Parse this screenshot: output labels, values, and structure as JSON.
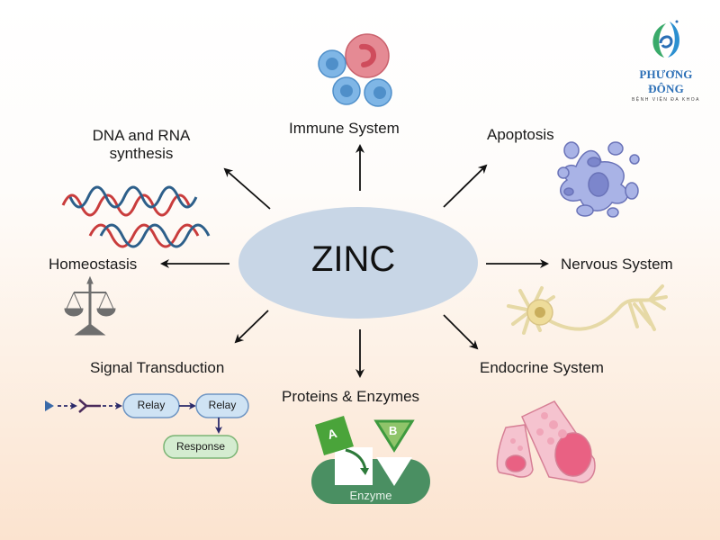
{
  "center": {
    "label": "ZINC",
    "color": "#c8d6e6"
  },
  "logo": {
    "name": "PHƯƠNG ĐÔNG",
    "subtitle": "BỆNH VIỆN ĐA KHOA",
    "colors": {
      "green": "#3aaa6a",
      "blue": "#2b6fb6"
    }
  },
  "nodes": {
    "immune": {
      "label": "Immune System"
    },
    "dna": {
      "line1": "DNA and RNA",
      "line2": "synthesis"
    },
    "apoptosis": {
      "label": "Apoptosis"
    },
    "homeostasis": {
      "label": "Homeostasis"
    },
    "nervous": {
      "label": "Nervous System"
    },
    "signal": {
      "label": "Signal Transduction",
      "relay1": "Relay",
      "relay2": "Relay",
      "response": "Response"
    },
    "proteins": {
      "label": "Proteins & Enzymes",
      "a": "A",
      "b": "B",
      "enzyme": "Enzyme"
    },
    "endocrine": {
      "label": "Endocrine System"
    }
  }
}
